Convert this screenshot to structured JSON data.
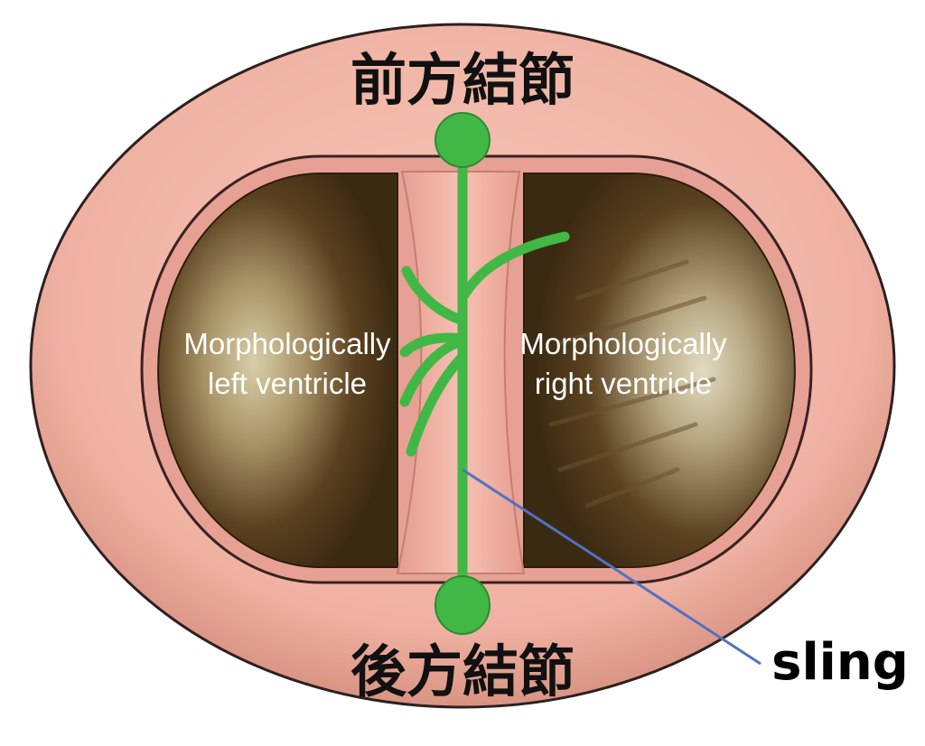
{
  "labels": {
    "anterior_node": "前方結節",
    "posterior_node": "後方結節",
    "left_ventricle_line1": "Morphologically",
    "left_ventricle_line2": "left ventricle",
    "right_ventricle_line1": "Morphologically",
    "right_ventricle_line2": "right ventricle",
    "sling": "sling"
  },
  "colors": {
    "outer_ring": "#f0b3a3",
    "outer_ring_edge": "#2d2020",
    "inner_wall": "#e7a094",
    "ventricle_cavity": "#4a3416",
    "ventricle_highlight": "#c9bb92",
    "septum": "#f2b3a4",
    "conduction_green": "#41b846",
    "conduction_green_edge": "#2c8a32",
    "sling_line": "#4f72c4",
    "jp_text": "#111111",
    "ventricle_text": "#ffffff",
    "sling_text": "#000000"
  }
}
